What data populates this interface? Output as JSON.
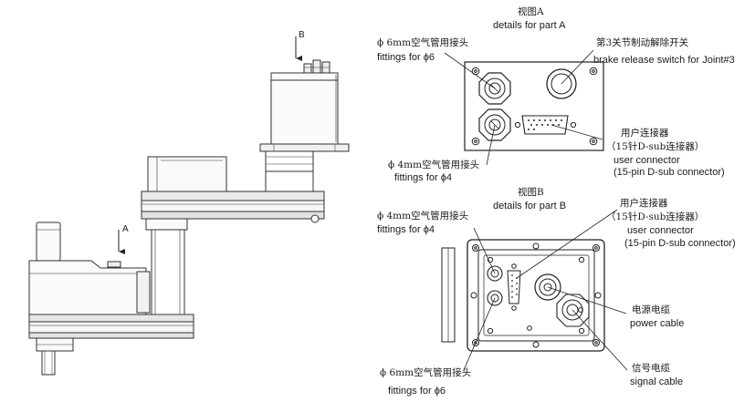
{
  "robot": {
    "arrow_b": "B",
    "arrow_a": "A"
  },
  "view_a": {
    "title_zh": "视图A",
    "title_en": "details for part A",
    "fitting6_zh": "ϕ 6mm空气管用接头",
    "fitting6_en": "fittings for ϕ6",
    "fitting4_zh": "ϕ 4mm空气管用接头",
    "fitting4_en": "fittings for ϕ4",
    "brake_zh": "第3关节制动解除开关",
    "brake_en": "brake release switch for Joint#3",
    "user_zh": "用户连接器",
    "user_sub_zh": "（15针D-sub连接器）",
    "user_en": "user connector",
    "user_sub_en": "(15-pin D-sub connector)"
  },
  "view_b": {
    "title_zh": "视图B",
    "title_en": "details for part B",
    "fitting4_zh": "ϕ 4mm空气管用接头",
    "fitting4_en": "fittings for ϕ4",
    "fitting6_zh": "ϕ 6mm空气管用接头",
    "fitting6_en": "fittings for ϕ6",
    "user_zh": "用户连接器",
    "user_sub_zh": "（15针D-sub连接器）",
    "user_en": "user connector",
    "user_sub_en": "(15-pin D-sub connector)",
    "power_zh": "电源电缆",
    "power_en": "power cable",
    "signal_zh": "信号电缆",
    "signal_en": "signal cable"
  }
}
